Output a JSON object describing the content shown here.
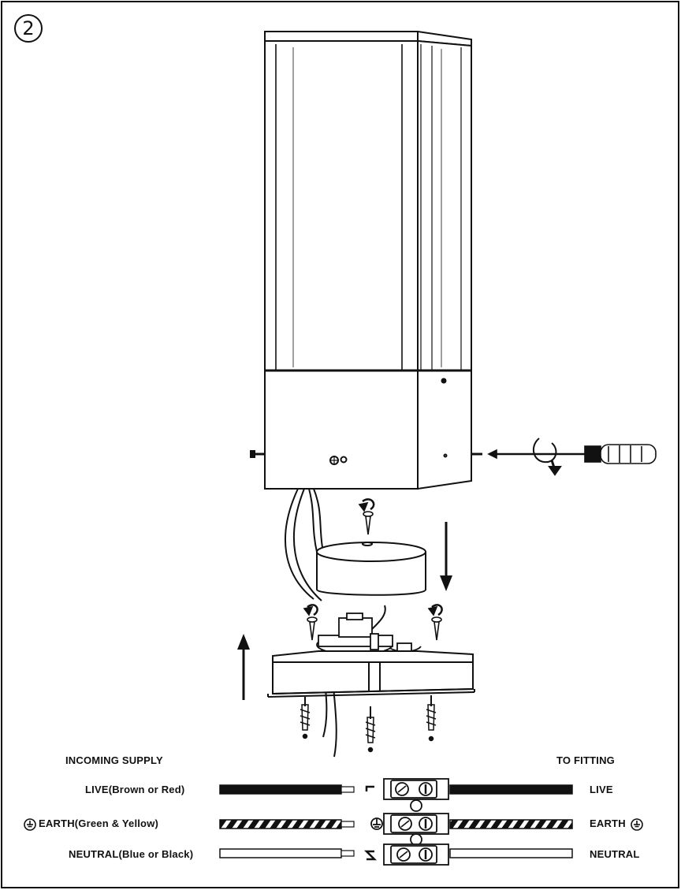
{
  "step_number": "2",
  "wiring": {
    "incoming_heading": "INCOMING SUPPLY",
    "fitting_heading": "TO FITTING",
    "rows": [
      {
        "incoming_label": "LIVE(Brown or Red)",
        "terminal_mark": "L",
        "fitting_label": "LIVE"
      },
      {
        "incoming_label": "EARTH(Green & Yellow)",
        "terminal_mark": "earth",
        "fitting_label": "EARTH"
      },
      {
        "incoming_label": "NEUTRAL(Blue or Black)",
        "terminal_mark": "N",
        "fitting_label": "NEUTRAL"
      }
    ]
  },
  "icons": [
    "step-number-icon",
    "earth-symbol-icon",
    "screwdriver-icon",
    "rotate-arrow-icon",
    "down-arrow-icon",
    "up-arrow-icon",
    "screw-icon",
    "wall-plug-icon"
  ]
}
